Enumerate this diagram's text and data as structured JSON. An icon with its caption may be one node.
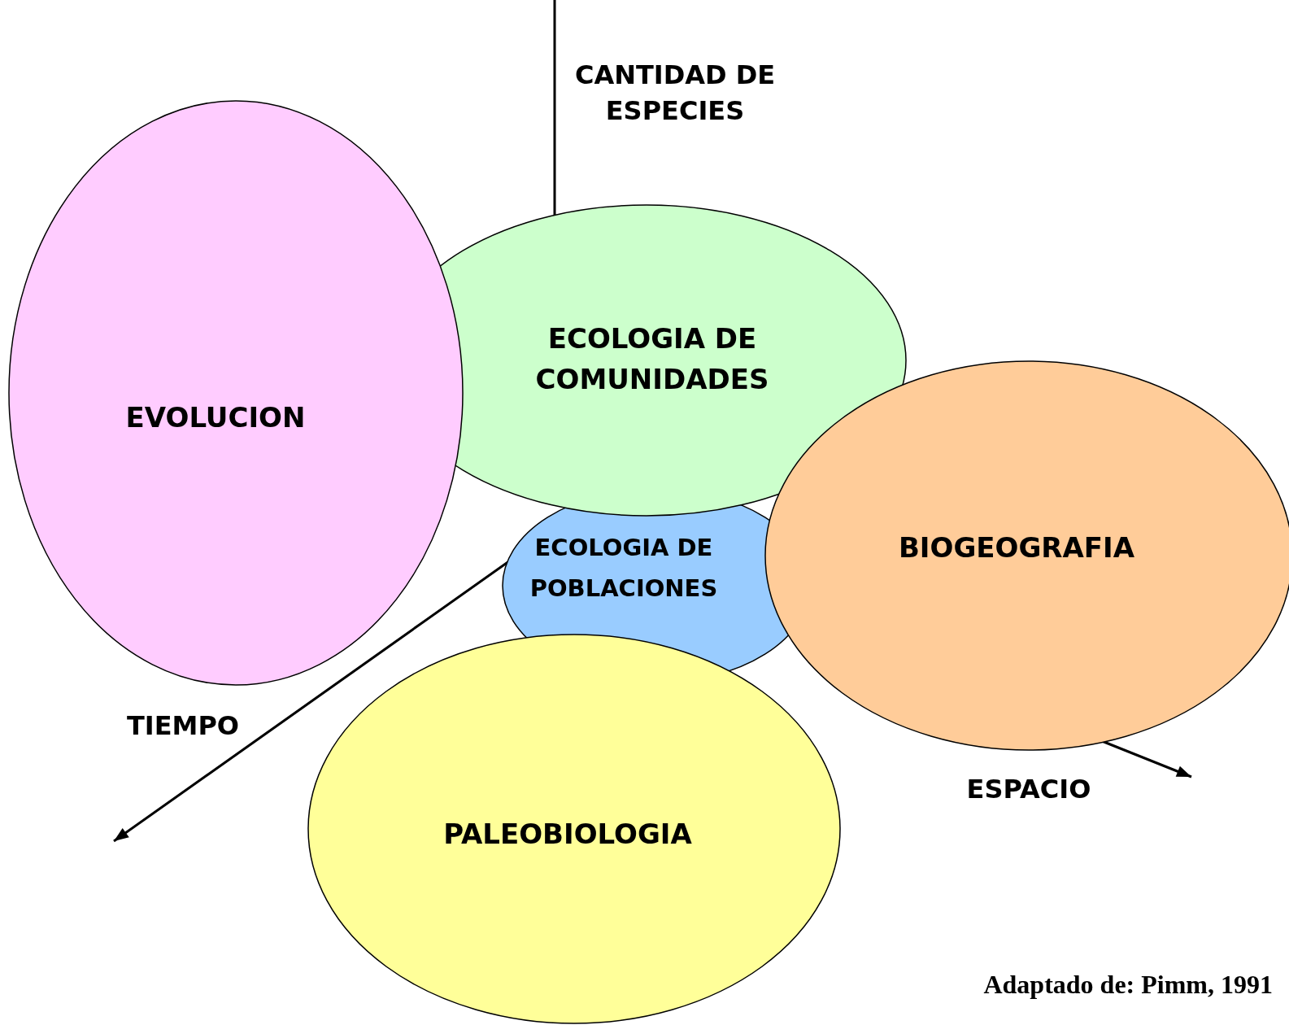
{
  "diagram": {
    "caption": "Adaptado de: Pimm, 1991",
    "nodes": [
      {
        "text": [
          "EVOLUCION"
        ]
      },
      {
        "text": [
          "ECOLOGIA DE COMUNIDADES"
        ]
      },
      {
        "text": [
          "ECOLOGIA DE POBLACIONES"
        ]
      },
      {
        "text": [
          "BIOGEOGRAFIA"
        ]
      },
      {
        "text": [
          "PALEOBIOLOGIA"
        ]
      }
    ],
    "edges": [],
    "labels": [
      "CANTIDAD DE ESPECIES",
      "TIEMPO",
      "ESPACIO"
    ]
  }
}
